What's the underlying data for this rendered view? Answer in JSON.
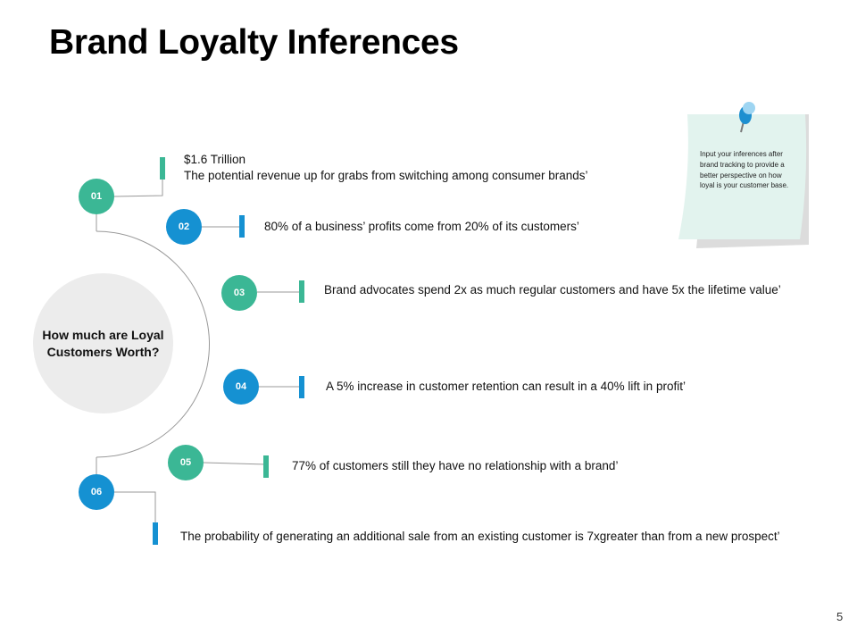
{
  "title": "Brand Loyalty Inferences",
  "center": {
    "label": "How much are Loyal Customers Worth?"
  },
  "items": [
    {
      "number": "01",
      "heading": "$1.6 Trillion",
      "text": "The potential revenue up for grabs from switching among consumer brands’"
    },
    {
      "number": "02",
      "text": "80% of a business’ profits come from 20% of its customers’"
    },
    {
      "number": "03",
      "text": "Brand advocates spend 2x as much regular customers and have 5x the lifetime value’"
    },
    {
      "number": "04",
      "text": "A 5% increase in customer retention can result in a 40% lift in profit’"
    },
    {
      "number": "05",
      "text": "77% of customers still they have no relationship with a brand’"
    },
    {
      "number": "06",
      "text": "The probability of generating an additional sale from an existing customer is 7xgreater than from a new prospect’"
    }
  ],
  "note": {
    "text": "Input your inferences after brand tracking to provide a better perspective on how loyal is your customer base."
  },
  "page_number": "5",
  "colors": {
    "teal": "#3bb795",
    "blue": "#1591d2",
    "circle": "#ececec",
    "note": "#e2f3ee",
    "line": "#999999"
  }
}
